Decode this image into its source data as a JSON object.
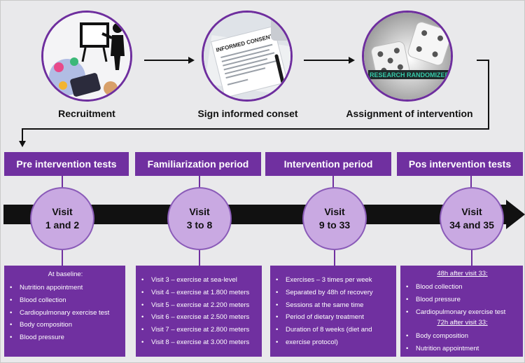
{
  "steps": [
    {
      "label": "Recruitment",
      "icon": "presentation-recruitment-icon"
    },
    {
      "label": "Sign informed conset",
      "icon": "informed-consent-document-icon",
      "image_text": "INFORMED CONSENT"
    },
    {
      "label": "Assignment of intervention",
      "icon": "dice-randomizer-icon",
      "image_text": "RESEARCH RANDOMIZER"
    }
  ],
  "phases": [
    {
      "header": "Pre intervention tests",
      "visit_line1": "Visit",
      "visit_line2": "1 and 2",
      "details_heading": "At baseline:",
      "details": [
        "Nutrition appointment",
        "Blood collection",
        "Cardiopulmonary exercise test",
        "Body composition",
        "Blood pressure"
      ]
    },
    {
      "header": "Familiarization period",
      "visit_line1": "Visit",
      "visit_line2": "3 to 8",
      "details": [
        "Visit 3 – exercise at sea-level",
        "Visit 4 – exercise at 1.800 meters",
        "Visit 5 – exercise at 2.200 meters",
        "Visit 6 – exercise at 2.500 meters",
        "Visit 7 – exercise at 2.800 meters",
        "Visit 8 – exercise at 3.000 meters"
      ]
    },
    {
      "header": "Intervention period",
      "visit_line1": "Visit",
      "visit_line2": "9 to 33",
      "details": [
        "Exercises – 3 times per week",
        "Separated by 48h of recovery",
        "Sessions at the same time",
        "Period of dietary treatment",
        "Duration of 8 weeks (diet and",
        "exercise protocol)"
      ]
    },
    {
      "header": "Pos intervention tests",
      "visit_line1": "Visit",
      "visit_line2": "34 and 35",
      "details_heading": "48h after visit 33:",
      "details": [
        "Blood collection",
        "Blood pressure",
        "Cardiopulmonary exercise test"
      ],
      "details_heading2": "72h after visit 33:",
      "details2": [
        "Body composition",
        "Nutrition appointment"
      ]
    }
  ],
  "colors": {
    "purple": "#7030a0",
    "visit_circle": "#c9a9e2",
    "background": "#e9e9eb",
    "timeline": "#111111"
  },
  "bullet_symbol": "•"
}
